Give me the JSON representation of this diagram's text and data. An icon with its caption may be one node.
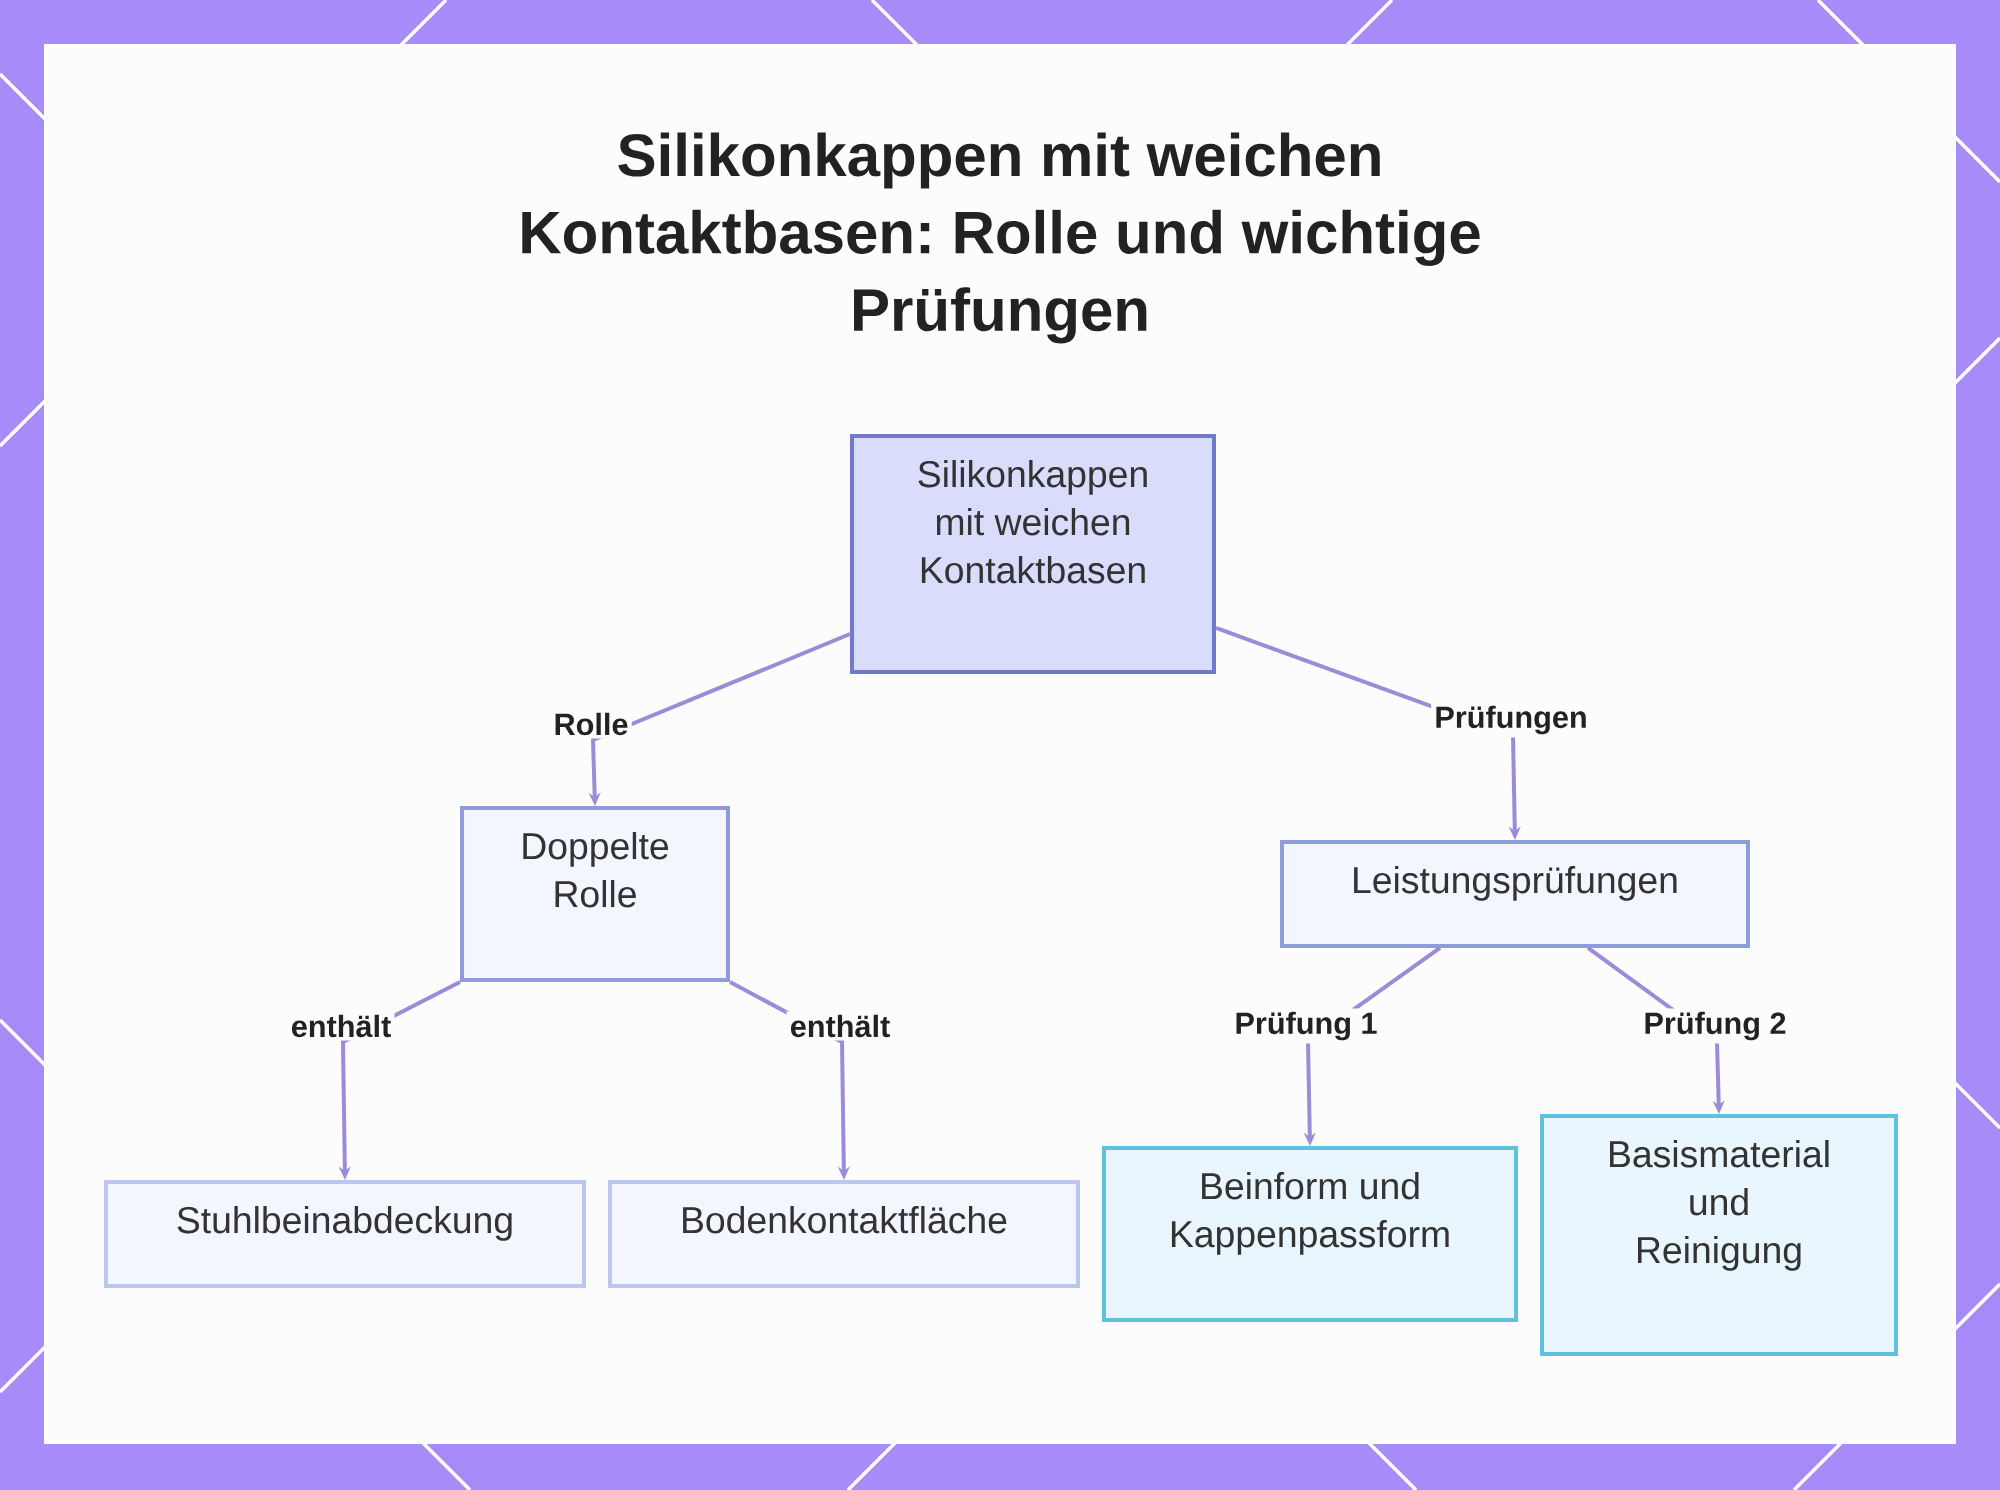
{
  "diagram": {
    "title": "Silikonkappen mit weichen Kontaktbasen: Rolle und wichtige Prüfungen",
    "nodes": [
      {
        "text": [
          "Silikonkappen mit weichen Kontaktbasen"
        ]
      },
      {
        "text": [
          "Doppelte Rolle"
        ]
      },
      {
        "text": [
          "Leistungsprüfungen"
        ]
      },
      {
        "text": [
          "Stuhlbeinabdeckung"
        ]
      },
      {
        "text": [
          "Bodenkontaktfläche"
        ]
      },
      {
        "text": [
          "Beinform und Kappenpassform"
        ]
      },
      {
        "text": [
          "Basismaterial und Reinigung"
        ]
      }
    ],
    "edges": [
      {
        "from": 0,
        "to": 1,
        "arrow": "to",
        "label": "Rolle"
      },
      {
        "from": 0,
        "to": 2,
        "arrow": "to",
        "label": "Prüfungen"
      },
      {
        "from": 1,
        "to": 3,
        "arrow": "to",
        "label": "enthält"
      },
      {
        "from": 1,
        "to": 4,
        "arrow": "to",
        "label": "enthält"
      },
      {
        "from": 2,
        "to": 5,
        "arrow": "to",
        "label": "Prüfung 1"
      },
      {
        "from": 2,
        "to": 6,
        "arrow": "to",
        "label": "Prüfung 2"
      }
    ]
  }
}
